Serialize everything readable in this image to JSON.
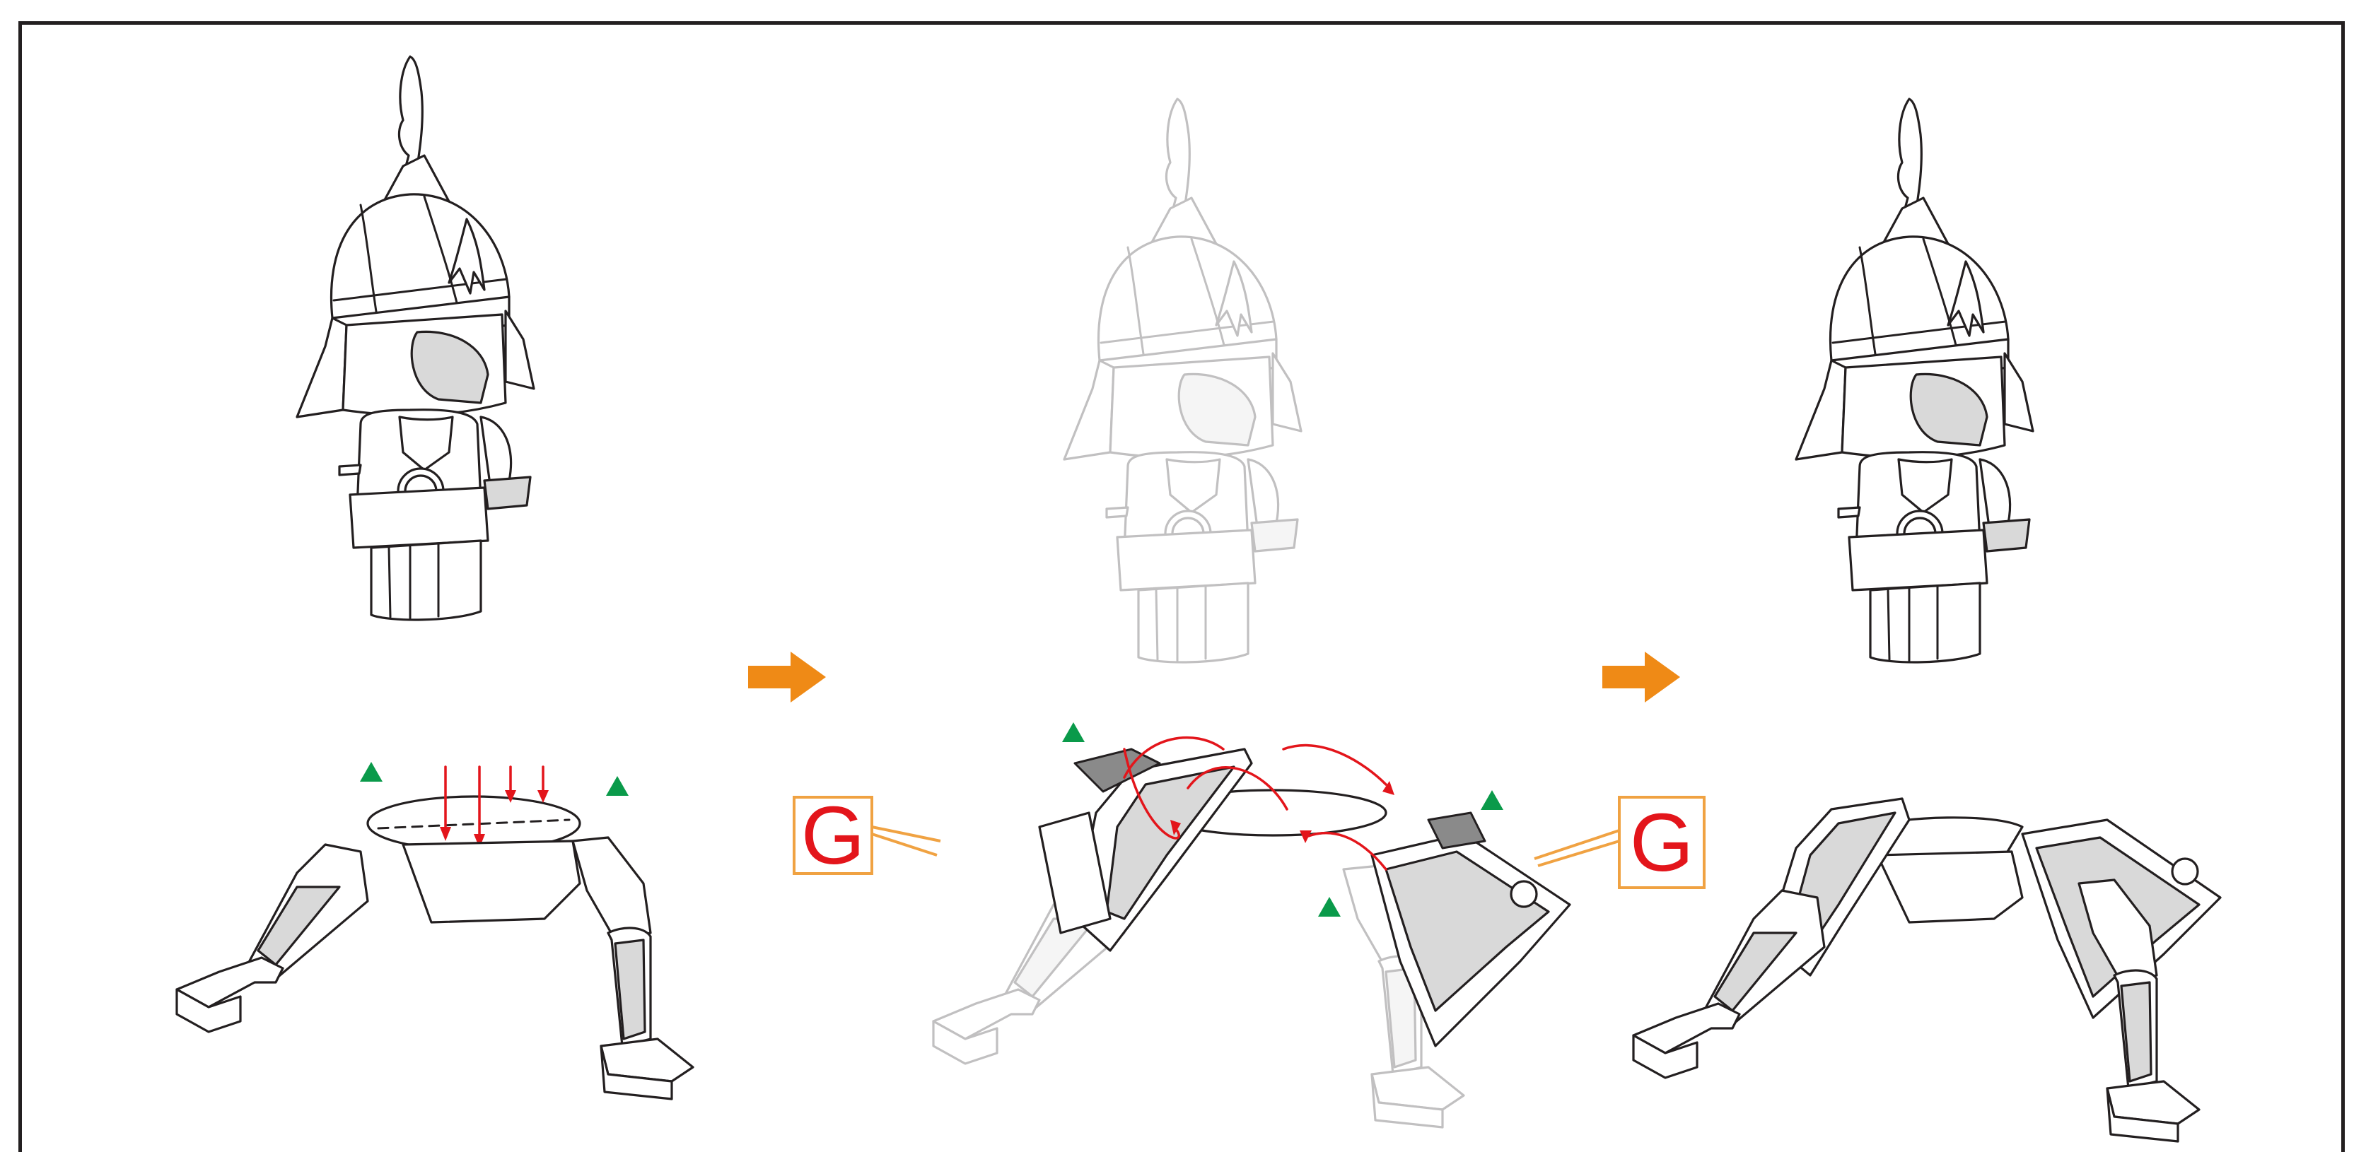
{
  "figure": {
    "steps": [
      {
        "id": "step-1",
        "state": "pieces separated, skirt plate being attached to torso"
      },
      {
        "id": "step-2",
        "state": "side leg armor pieces attached to skirt plate"
      },
      {
        "id": "step-3",
        "state": "assembled figure"
      }
    ],
    "callouts": [
      "G",
      "G"
    ],
    "colors": {
      "outline": "#231f20",
      "shading": "#d9d9d9",
      "arrow": "#ef8a16",
      "guide_arrow": "#e3151b",
      "marker": "#0a9a4a",
      "callout_border": "#f0a242",
      "callout_text": "#e3151b"
    },
    "icons": [
      "step-arrow-icon",
      "insert-arrow-icon",
      "alignment-marker-icon"
    ]
  }
}
